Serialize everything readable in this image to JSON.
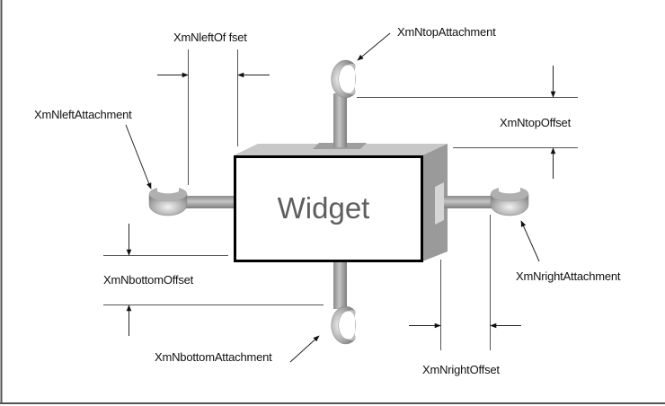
{
  "diagram": {
    "title": "Motif form attachment and offset resources",
    "widget_label": "Widget",
    "labels": {
      "left_offset": "XmNleftOf fset",
      "left_attachment": "XmNleftAttachment",
      "top_attachment": "XmNtopAttachment",
      "top_offset": "XmNtopOffset",
      "bottom_offset": "XmNbottomOffset",
      "bottom_attachment": "XmNbottomAttachment",
      "right_attachment": "XmNrightAttachment",
      "right_offset": "XmNrightOffset"
    },
    "colors": {
      "background": "#ffffff",
      "frame": "#555555",
      "box_border": "#000000",
      "box_face": "#ffffff",
      "box_top": "#c8c8c8",
      "box_side": "#9a9a9a",
      "hook_metal": "#a8a8a8",
      "widget_text": "#5e5e5e"
    }
  }
}
